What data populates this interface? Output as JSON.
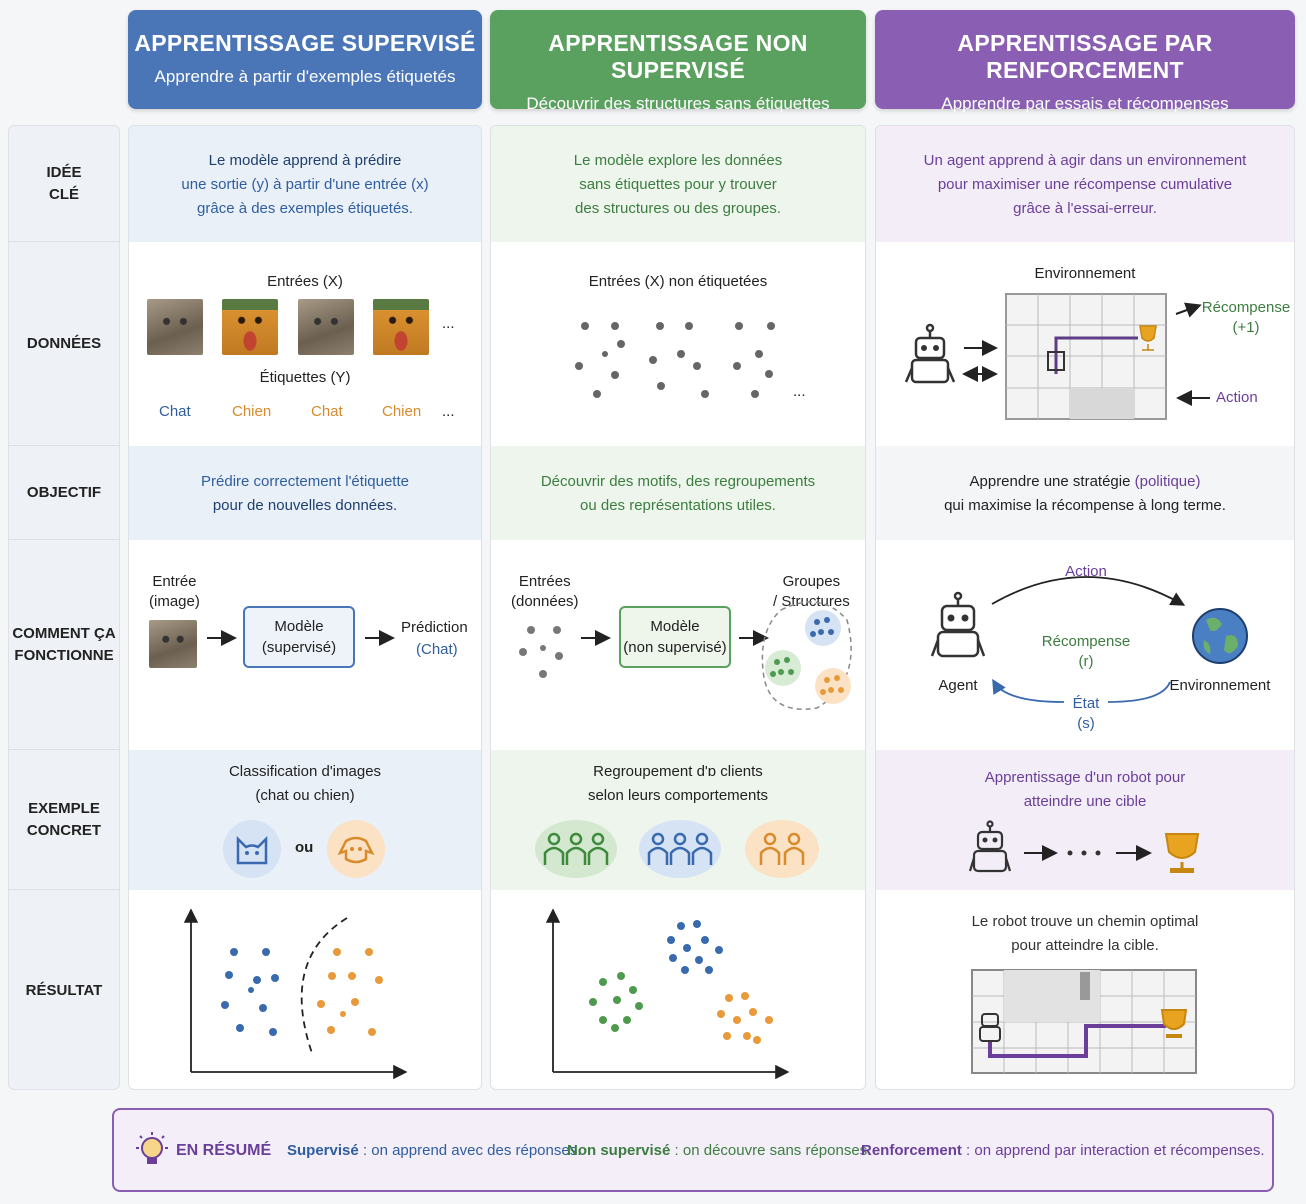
{
  "headers": [
    {
      "title": "APPRENTISSAGE SUPERVISÉ",
      "subtitle": "Apprendre à partir d'exemples étiquetés",
      "color": "#4a76b8"
    },
    {
      "title": "APPRENTISSAGE NON SUPERVISÉ",
      "subtitle": "Découvrir des structures sans étiquettes",
      "color": "#5aa05e"
    },
    {
      "title": "APPRENTISSAGE PAR RENFORCEMENT",
      "subtitle": "Apprendre par essais et récompenses",
      "color": "#8a5fb3"
    }
  ],
  "rows": [
    {
      "label": "IDÉE\nCLÉ"
    },
    {
      "label": "DONNÉES"
    },
    {
      "label": "OBJECTIF"
    },
    {
      "label": "COMMENT ÇA\nFONCTIONNE"
    },
    {
      "label": "EXEMPLE\nCONCRET"
    },
    {
      "label": "RÉSULTAT"
    }
  ],
  "supervised": {
    "idea": [
      "Le modèle apprend à prédire",
      "une sortie (y) à partir d'une entrée (x)",
      "grâce à des exemples étiquetés."
    ],
    "inputs_label": "Entrées (X)",
    "labels_label": "Étiquettes (Y)",
    "labels": [
      "Chat",
      "Chien",
      "Chat",
      "Chien"
    ],
    "ellipsis": "...",
    "objective": [
      "Prédire correctement l'étiquette",
      "pour de nouvelles données."
    ],
    "how": {
      "input": "Entrée\n(image)",
      "model": "Modèle\n(supervisé)",
      "output_title": "Prédiction",
      "output_value": "(Chat)"
    },
    "example": [
      "Classification d'images",
      "(chat ou chien)"
    ],
    "example_or": "ou"
  },
  "unsupervised": {
    "idea": [
      "Le modèle explore les données",
      "sans étiquettes pour y trouver",
      "des structures ou des groupes."
    ],
    "inputs_label": "Entrées (X) non étiquetées",
    "ellipsis": "...",
    "objective": [
      "Découvrir des motifs, des regroupements",
      "ou des représentations utiles."
    ],
    "how": {
      "input": "Entrées\n(données)",
      "model": "Modèle\n(non supervisé)",
      "output": "Groupes\n/ Structures"
    },
    "example": [
      "Regroupement d'ɒ clients",
      "selon leurs comportements"
    ]
  },
  "reinforcement": {
    "idea": [
      "Un agent apprend à agir dans un environnement",
      "pour maximiser une récompense cumulative",
      "grâce à l'essai-erreur."
    ],
    "env_label": "Environnement",
    "reward_label": "Récompense\n(+1)",
    "action_label": "Action",
    "objective": {
      "pre": "Apprendre une stratégie ",
      "highlight": "(politique)",
      "line2": "qui maximise la récompense à long terme."
    },
    "how": {
      "action": "Action",
      "reward": "Récompense\n(r)",
      "state": "État\n(s)",
      "agent": "Agent",
      "env": "Environnement"
    },
    "example": [
      "Apprentissage d'un robot pour",
      "atteindre une cible"
    ],
    "result": [
      "Le robot trouve un chemin optimal",
      "pour atteindre la cible."
    ]
  },
  "summary": {
    "title": "EN RÉSUMÉ",
    "items": [
      {
        "term": "Supervisé",
        "text": " : on apprend avec des réponses."
      },
      {
        "term": "Non supervisé",
        "text": " : on découvre sans réponses."
      },
      {
        "term": "Renforcement",
        "text": " : on apprend par interaction et récompenses."
      }
    ]
  }
}
